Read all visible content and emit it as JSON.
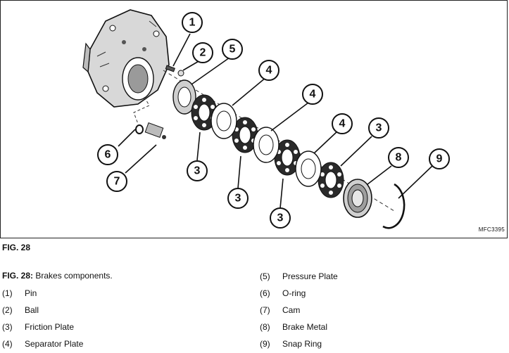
{
  "image_code": "MFC3395",
  "figure_label": "FIG. 28",
  "caption": {
    "prefix": "FIG. 28:",
    "text": "Brakes components."
  },
  "legend_left": [
    {
      "num": "(1)",
      "name": "Pin"
    },
    {
      "num": "(2)",
      "name": "Ball"
    },
    {
      "num": "(3)",
      "name": "Friction Plate"
    },
    {
      "num": "(4)",
      "name": "Separator Plate"
    }
  ],
  "legend_right": [
    {
      "num": "(5)",
      "name": "Pressure Plate"
    },
    {
      "num": "(6)",
      "name": "O-ring"
    },
    {
      "num": "(7)",
      "name": "Cam"
    },
    {
      "num": "(8)",
      "name": "Brake Metal"
    },
    {
      "num": "(9)",
      "name": "Snap Ring"
    }
  ],
  "callouts": {
    "c1": "1",
    "c2": "2",
    "c5": "5",
    "c4a": "4",
    "c4b": "4",
    "c4c": "4",
    "c3a": "3",
    "c3b": "3",
    "c3c": "3",
    "c3d": "3",
    "c6": "6",
    "c7": "7",
    "c8": "8",
    "c9": "9"
  }
}
